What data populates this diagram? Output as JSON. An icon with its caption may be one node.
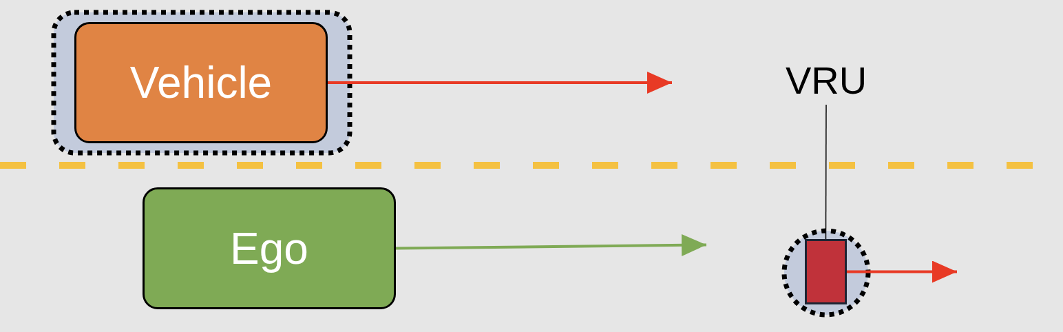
{
  "diagram": {
    "nodes": [
      {
        "text": [
          "Vehicle"
        ]
      },
      {
        "text": [
          "Ego"
        ]
      },
      {
        "text": [
          "VRU"
        ]
      },
      {
        "text": [],
        "shape": "box"
      }
    ],
    "edges": [
      {
        "from": 0,
        "to": null,
        "arrow": "to",
        "color": "#e83a25"
      },
      {
        "from": 1,
        "to": null,
        "arrow": "to",
        "color": "#7faa55"
      },
      {
        "from": 3,
        "to": null,
        "arrow": "to",
        "color": "#e83a25"
      },
      {
        "from": 2,
        "to": 3,
        "arrow": "none",
        "color": "#000000"
      }
    ]
  }
}
